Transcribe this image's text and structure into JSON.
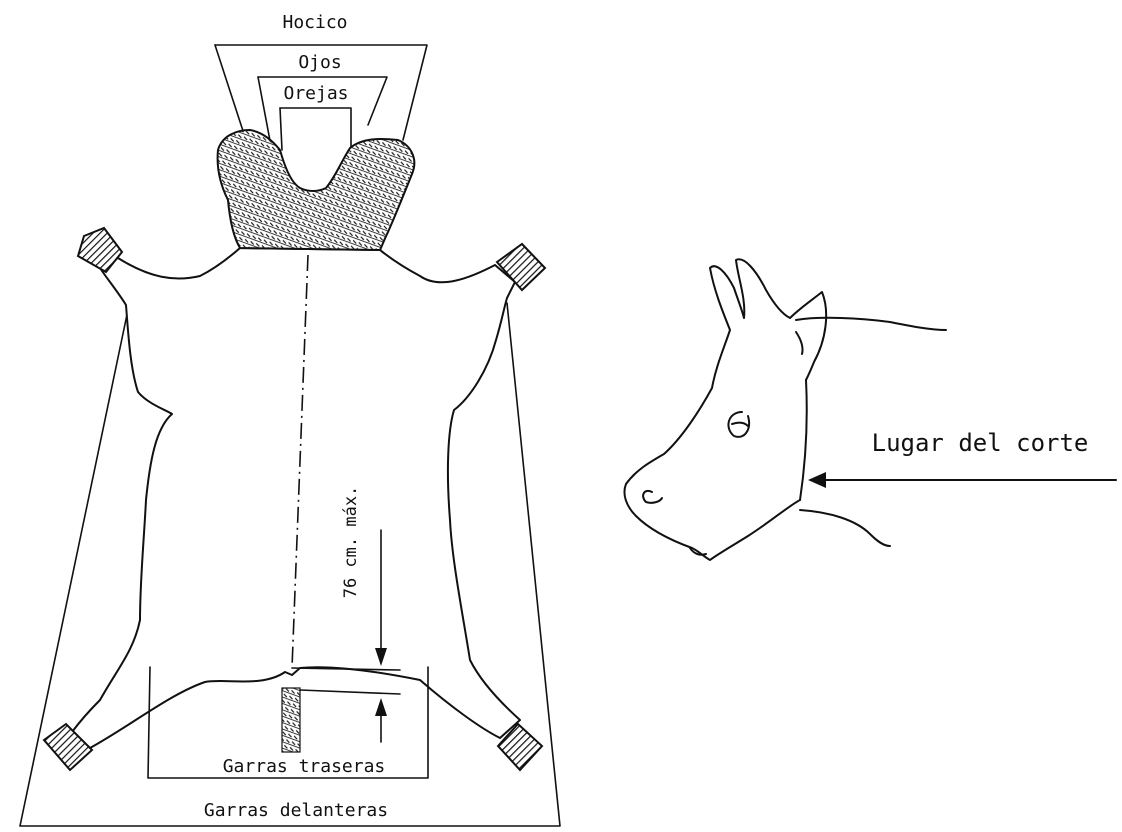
{
  "hide_diagram": {
    "labels": {
      "hocico": "Hocico",
      "ojos": "Ojos",
      "orejas": "Orejas",
      "measurement": "76 cm. máx.",
      "garras_traseras": "Garras traseras",
      "garras_delanteras": "Garras delanteras"
    }
  },
  "head_diagram": {
    "labels": {
      "cut_location": "Lugar del corte"
    }
  }
}
